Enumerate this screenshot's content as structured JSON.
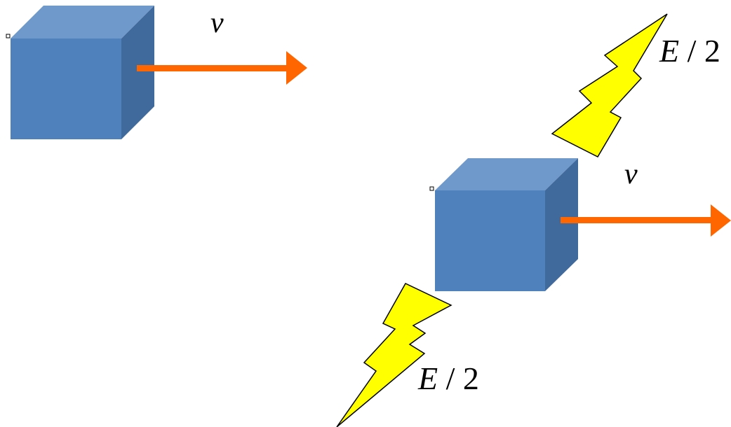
{
  "colors": {
    "cube_front": "#4f81bd",
    "cube_top": "#6f99cb",
    "cube_side": "#40699c",
    "arrow": "#ff6600",
    "lightning_fill": "#ffff00",
    "lightning_stroke": "#000000",
    "label": "#000000"
  },
  "labels": {
    "velocity_left": "v",
    "velocity_right": "v",
    "energy_top_symbol": "E",
    "energy_top_rest": " / 2",
    "energy_bottom_symbol": "E",
    "energy_bottom_rest": " / 2"
  }
}
